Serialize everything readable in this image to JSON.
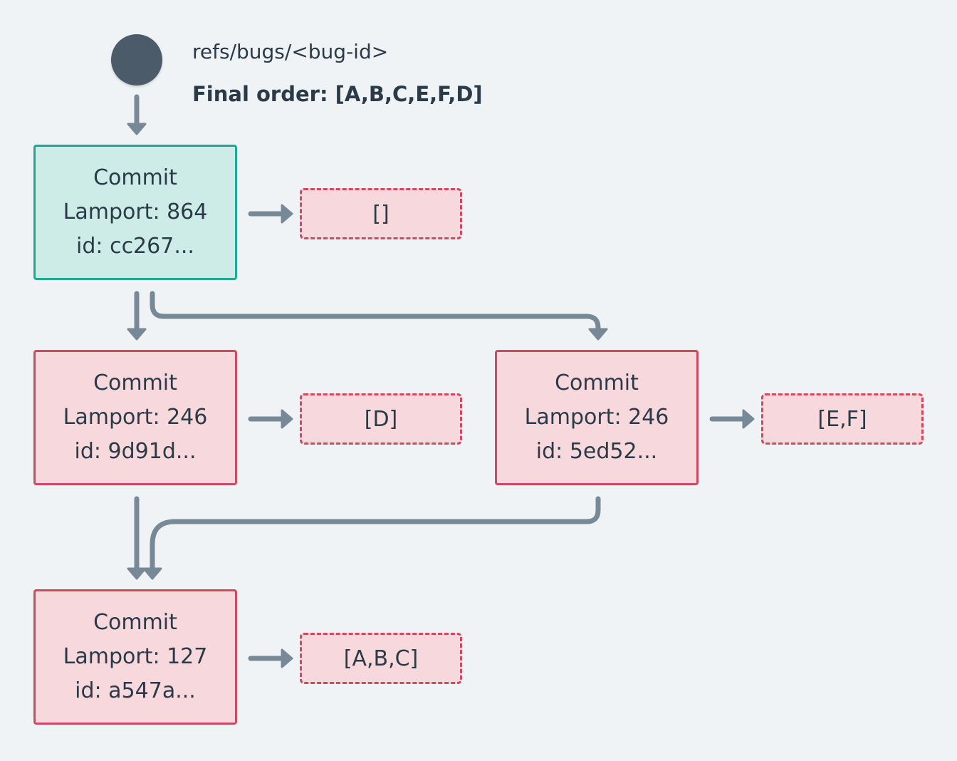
{
  "ref": {
    "label": "refs/bugs/<bug-id>",
    "final_order": "Final order: [A,B,C,E,F,D]"
  },
  "colors": {
    "background": "#eff3f6",
    "head_fill": "#cdece8",
    "head_border": "#1fa896",
    "commit_fill": "#f7d9dd",
    "commit_border": "#cf4a5e",
    "arrow": "#778897",
    "ref_dot": "#4b5b69"
  },
  "commits": [
    {
      "title": "Commit",
      "lamport": "Lamport: 864",
      "id": "id: cc267...",
      "ops": "[]"
    },
    {
      "title": "Commit",
      "lamport": "Lamport: 246",
      "id": "id: 9d91d...",
      "ops": "[D]"
    },
    {
      "title": "Commit",
      "lamport": "Lamport: 246",
      "id": "id: 5ed52...",
      "ops": "[E,F]"
    },
    {
      "title": "Commit",
      "lamport": "Lamport: 127",
      "id": "id: a547a...",
      "ops": "[A,B,C]"
    }
  ]
}
